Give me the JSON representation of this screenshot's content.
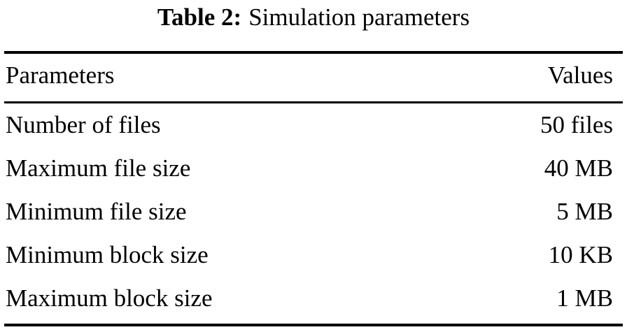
{
  "figure": {
    "caption_label": "Table 2:",
    "caption_text": "Simulation parameters"
  },
  "table": {
    "columns": [
      {
        "key": "parameters",
        "label": "Parameters",
        "align": "left"
      },
      {
        "key": "values",
        "label": "Values",
        "align": "right"
      }
    ],
    "rows": [
      {
        "parameter": "Number of files",
        "value": "50 files"
      },
      {
        "parameter": "Maximum file size",
        "value": "40 MB"
      },
      {
        "parameter": "Minimum file size",
        "value": "5 MB"
      },
      {
        "parameter": "Minimum block size",
        "value": "10 KB"
      },
      {
        "parameter": "Maximum block size",
        "value": "1 MB"
      }
    ]
  },
  "style": {
    "text_color": "#000000",
    "background": "#ffffff",
    "rule_color": "#000000"
  }
}
